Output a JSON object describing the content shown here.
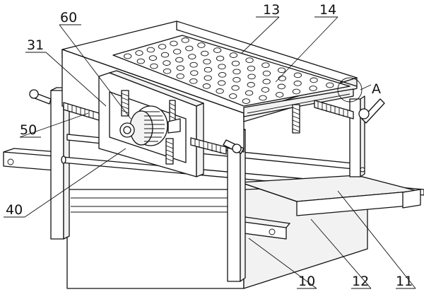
{
  "figure": {
    "labels": [
      {
        "id": "label-13",
        "text": "13"
      },
      {
        "id": "label-14",
        "text": "14"
      },
      {
        "id": "label-60",
        "text": "60"
      },
      {
        "id": "label-31",
        "text": "31"
      },
      {
        "id": "label-50",
        "text": "50"
      },
      {
        "id": "label-40",
        "text": "40"
      },
      {
        "id": "label-10",
        "text": "10"
      },
      {
        "id": "label-12",
        "text": "12"
      },
      {
        "id": "label-11",
        "text": "11"
      },
      {
        "id": "label-A",
        "text": "A"
      }
    ]
  }
}
